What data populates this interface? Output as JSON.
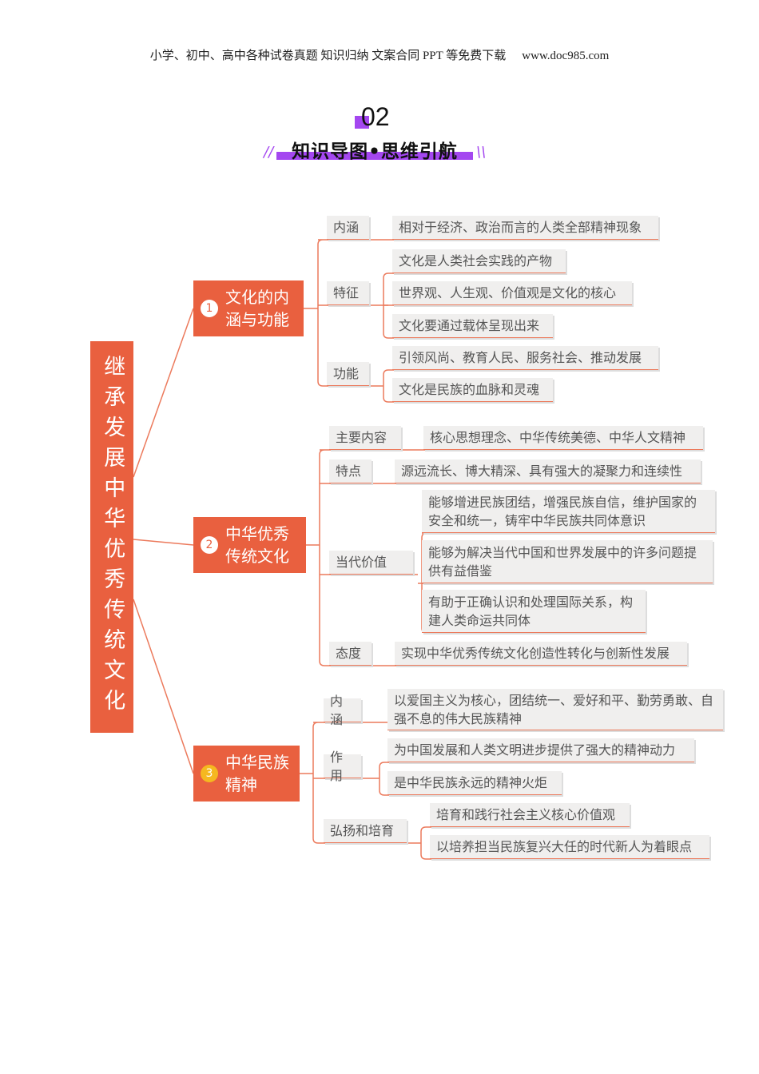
{
  "header": {
    "items": [
      "小学、初中、高中各种试卷真题 知识归纳 文案合同 PPT 等免费下载",
      "www.doc985.com"
    ]
  },
  "title": {
    "number": "02",
    "text": "知识导图•思维引航"
  },
  "colors": {
    "accent": "#e9603f",
    "purple": "#a447f0",
    "badge3": "#f5b820"
  },
  "root": "继承发展中华优秀传统文化",
  "sections": [
    {
      "num": "1",
      "label": "文化的内涵与功能",
      "children": [
        {
          "label": "内涵",
          "leaves": [
            "相对于经济、政治而言的人类全部精神现象"
          ]
        },
        {
          "label": "特征",
          "leaves": [
            "文化是人类社会实践的产物",
            "世界观、人生观、价值观是文化的核心",
            "文化要通过载体呈现出来"
          ]
        },
        {
          "label": "功能",
          "leaves": [
            "引领风尚、教育人民、服务社会、推动发展",
            "文化是民族的血脉和灵魂"
          ]
        }
      ]
    },
    {
      "num": "2",
      "label": "中华优秀传统文化",
      "children": [
        {
          "label": "主要内容",
          "leaves": [
            "核心思想理念、中华传统美德、中华人文精神"
          ]
        },
        {
          "label": "特点",
          "leaves": [
            "源远流长、博大精深、具有强大的凝聚力和连续性"
          ]
        },
        {
          "label": "当代价值",
          "leaves": [
            "能够增进民族团结，增强民族自信，维护国家的安全和统一，铸牢中华民族共同体意识",
            "能够为解决当代中国和世界发展中的许多问题提供有益借鉴",
            "有助于正确认识和处理国际关系，构建人类命运共同体"
          ]
        },
        {
          "label": "态度",
          "leaves": [
            "实现中华优秀传统文化创造性转化与创新性发展"
          ]
        }
      ]
    },
    {
      "num": "3",
      "label": "中华民族精神",
      "children": [
        {
          "label": "内涵",
          "leaves": [
            "以爱国主义为核心，团结统一、爱好和平、勤劳勇敢、自强不息的伟大民族精神"
          ]
        },
        {
          "label": "作用",
          "leaves": [
            "为中国发展和人类文明进步提供了强大的精神动力",
            "是中华民族永远的精神火炬"
          ]
        },
        {
          "label": "弘扬和培育",
          "leaves": [
            "培育和践行社会主义核心价值观",
            "以培养担当民族复兴大任的时代新人为着眼点"
          ]
        }
      ]
    }
  ]
}
